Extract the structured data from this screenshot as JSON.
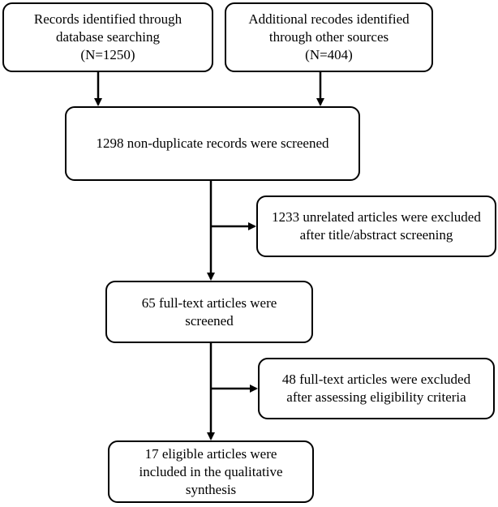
{
  "diagram": {
    "nodes": {
      "records_db": {
        "lines": [
          "Records identified through",
          "database searching",
          "(N=1250)"
        ]
      },
      "records_other": {
        "lines": [
          "Additional recodes identified",
          "through other sources",
          "(N=404)"
        ]
      },
      "screened": {
        "lines": [
          "1298 non-duplicate records were screened"
        ]
      },
      "excluded_title": {
        "lines": [
          "1233 unrelated articles were excluded",
          "after title/abstract screening"
        ]
      },
      "fulltext": {
        "lines": [
          "65 full-text articles were",
          "screened"
        ]
      },
      "excluded_eligibility": {
        "lines": [
          "48 full-text articles were excluded",
          "after assessing eligibility criteria"
        ]
      },
      "included": {
        "lines": [
          "17 eligible articles were",
          "included in the qualitative",
          "synthesis"
        ]
      }
    },
    "colors": {
      "stroke": "#000000",
      "fill": "#ffffff"
    }
  }
}
